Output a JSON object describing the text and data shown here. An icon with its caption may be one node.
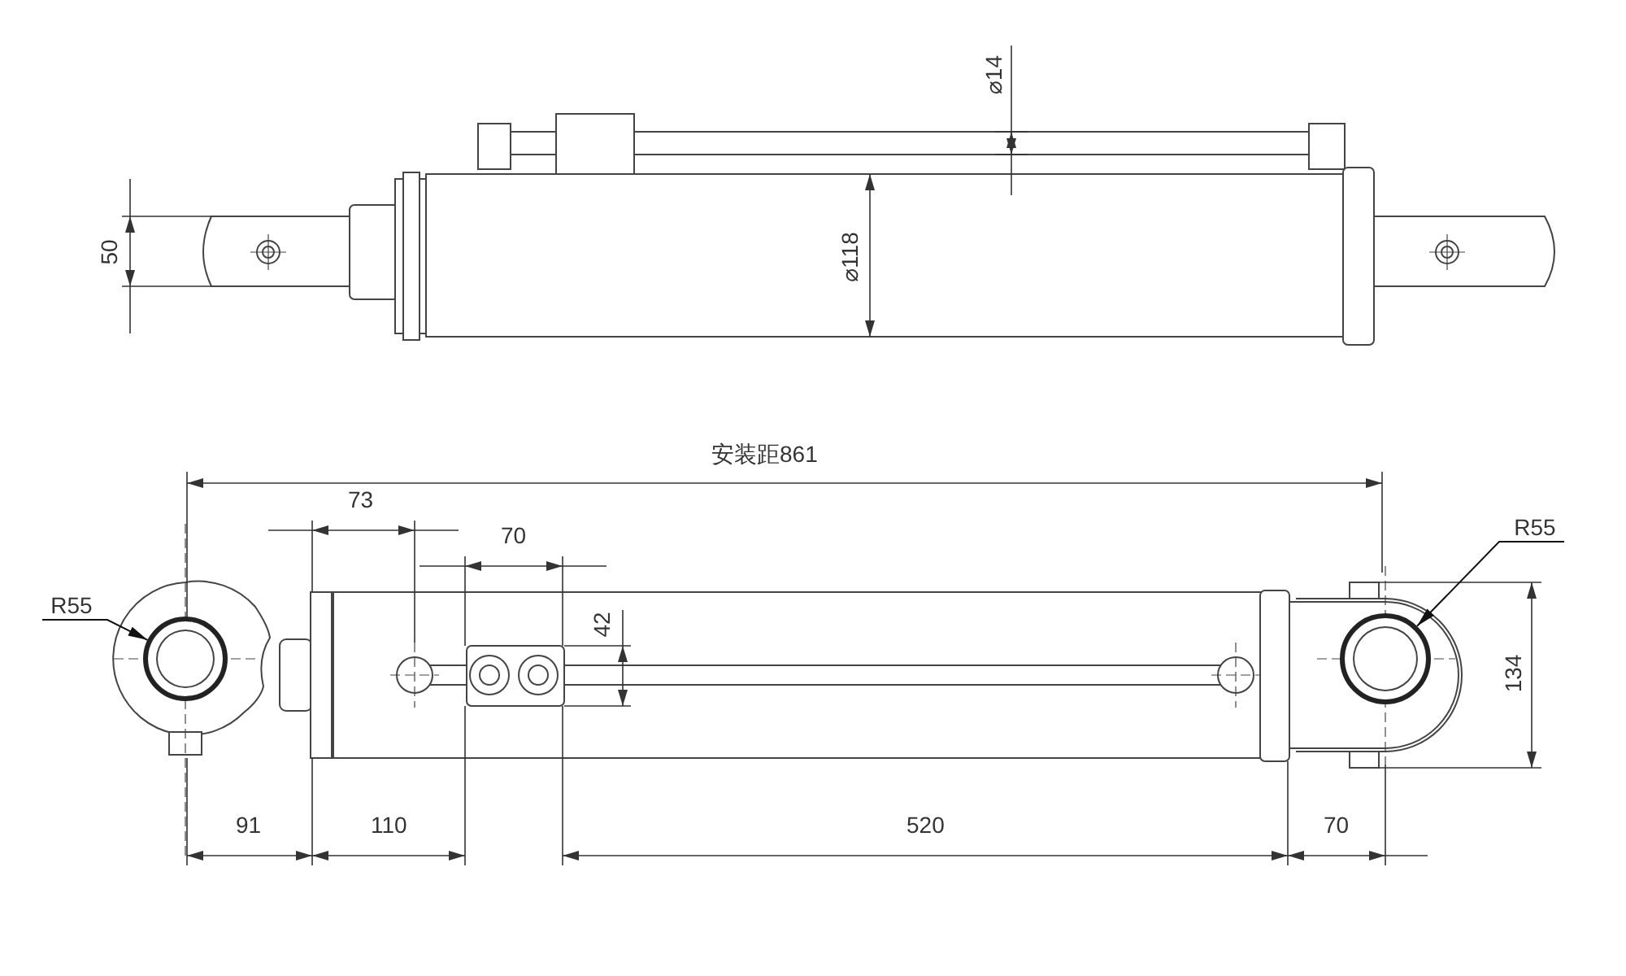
{
  "diagram": {
    "nodes": [
      {
        "text": [
          "R55"
        ]
      },
      {
        "text": [],
        "shape": "circle"
      },
      {
        "text": [
          "R55"
        ]
      },
      {
        "text": [],
        "shape": "circle"
      }
    ],
    "edges": [
      {
        "from": 0,
        "to": 1,
        "arrow": "to"
      },
      {
        "from": 2,
        "to": 3,
        "arrow": "to"
      }
    ],
    "labels": [
      "⌀14",
      "50",
      "⌀118",
      "安装距861",
      "73",
      "70",
      "42",
      "134",
      "91",
      "110",
      "520",
      "70"
    ]
  }
}
